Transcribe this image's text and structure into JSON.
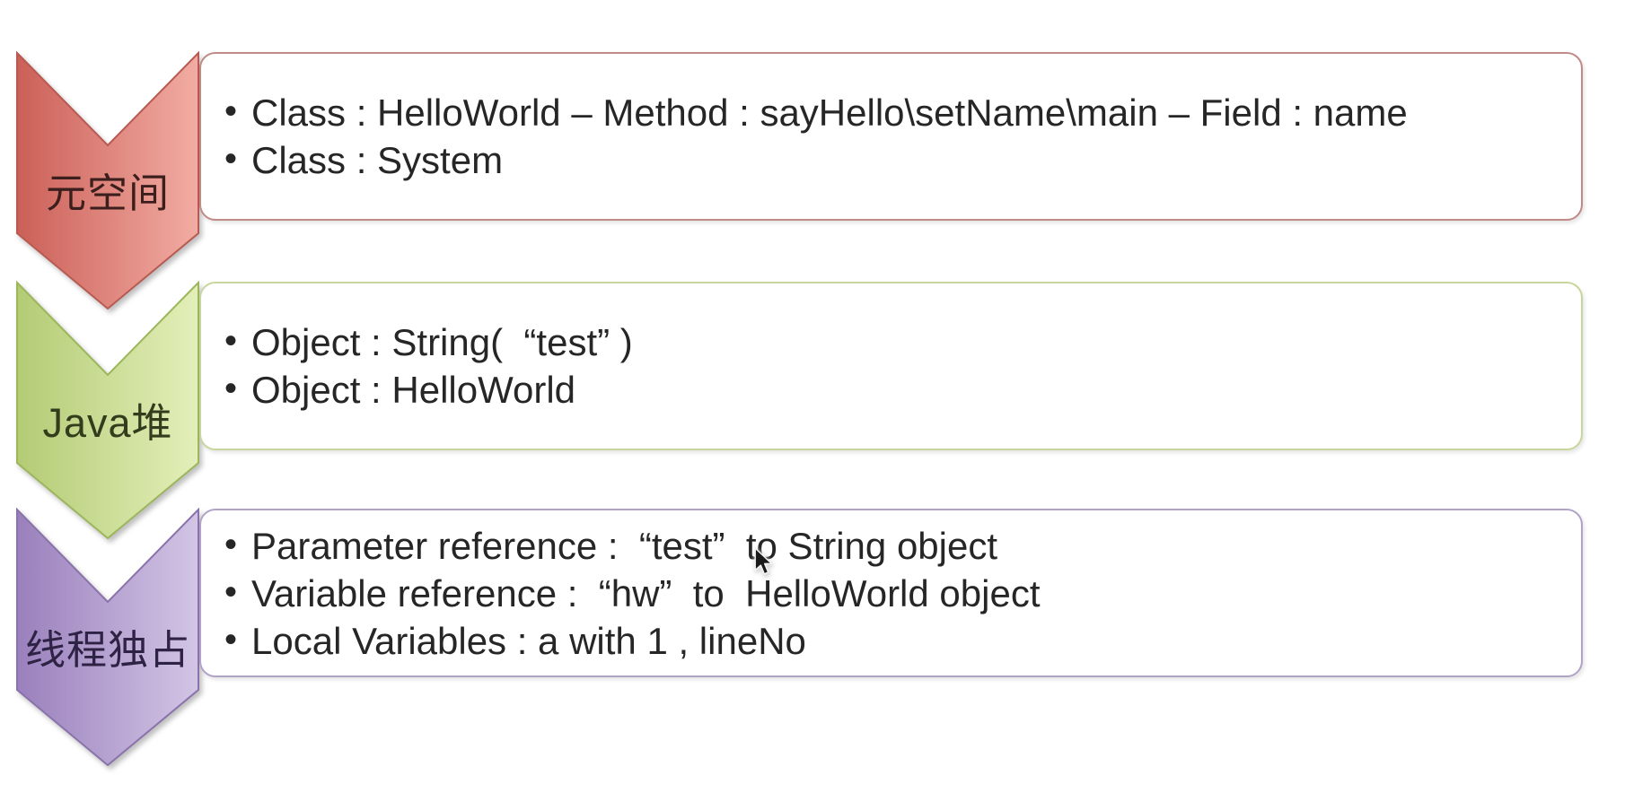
{
  "diagram": {
    "type": "vertical-chevron-list",
    "text_color": "#262626",
    "background": "#ffffff",
    "rows": [
      {
        "id": "metaspace",
        "label": "元空间",
        "bullets": [
          "Class : HelloWorld – Method : sayHello\\setName\\main – Field : name",
          "Class : System"
        ],
        "colors": {
          "chevron_from": "#cb6058",
          "chevron_to": "#f2aca3",
          "chevron_stroke": "#b85a52",
          "label_text": "#3c1f1d",
          "box_border": "#c08a86"
        }
      },
      {
        "id": "java-heap",
        "label": "Java堆",
        "bullets": [
          "Object : String(  “test” )",
          "Object : HelloWorld"
        ],
        "colors": {
          "chevron_from": "#b4cb75",
          "chevron_to": "#e3efb9",
          "chevron_stroke": "#9cb65c",
          "label_text": "#333d1e",
          "box_border": "#c6d69c"
        }
      },
      {
        "id": "thread-exclusive",
        "label": "线程独占",
        "bullets": [
          "Parameter reference :  “test”  to String object",
          "Variable reference :  “hw”  to  HelloWorld object",
          "Local Variables : a with 1 , lineNo"
        ],
        "colors": {
          "chevron_from": "#9a80bc",
          "chevron_to": "#d2c5e5",
          "chevron_stroke": "#8a72ab",
          "label_text": "#2e2245",
          "box_border": "#b0a3c7"
        }
      }
    ]
  }
}
